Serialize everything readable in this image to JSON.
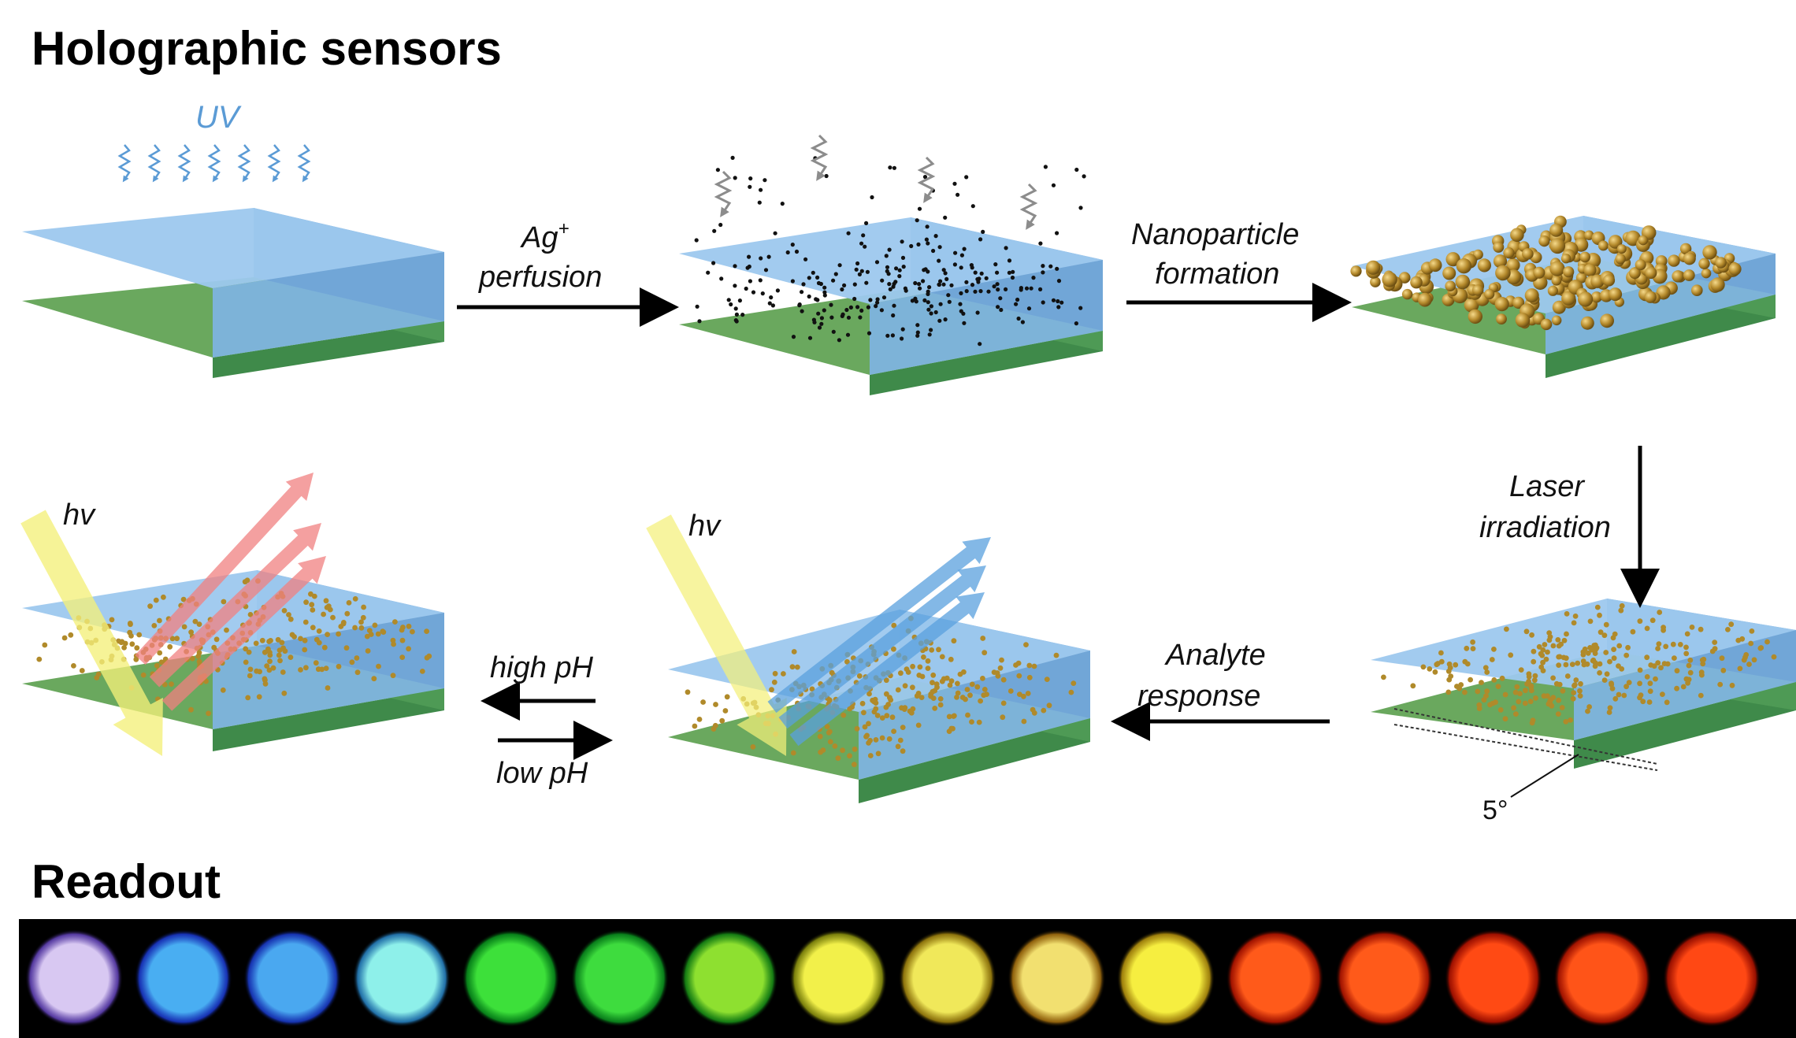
{
  "title": "Holographic sensors",
  "readout_title": "Readout",
  "labels": {
    "uv": "UV",
    "ag_line1": "Ag",
    "ag_sup": "+",
    "ag_line2": "perfusion",
    "nano_line1": "Nanoparticle",
    "nano_line2": "formation",
    "laser_line1": "Laser",
    "laser_line2": "irradiation",
    "analyte_line1": "Analyte",
    "analyte_line2": "response",
    "high_ph": "high pH",
    "low_ph": "low pH",
    "hv_left": "hv",
    "hv_mid": "hv",
    "angle": "5°"
  },
  "colors": {
    "gel_top": "#9dc8ee",
    "gel_front": "#7fb4e3",
    "gel_side": "#6fa4d6",
    "substrate_top": "#6aa85e",
    "substrate_front": "#3f8a4a",
    "nanoparticle": "#b08a2a",
    "silver_ion": "#111111",
    "uv_arrow": "#5b9bd5",
    "wavy_arrow": "#8c8c8c",
    "incident_light": "#f4f07a",
    "reflected_red": "#f08080",
    "reflected_blue": "#5aa0dd"
  },
  "readout_spots": [
    {
      "color": "#d8c8f2",
      "glow": "#6a48c8"
    },
    {
      "color": "#49aef2",
      "glow": "#1d3ee0"
    },
    {
      "color": "#4aa8f0",
      "glow": "#1c40dc"
    },
    {
      "color": "#8ef0ea",
      "glow": "#2a8cd2"
    },
    {
      "color": "#3de03a",
      "glow": "#0aa020"
    },
    {
      "color": "#3edc3e",
      "glow": "#0c9e22"
    },
    {
      "color": "#8ee030",
      "glow": "#1a9a18"
    },
    {
      "color": "#f2f04a",
      "glow": "#9aa010"
    },
    {
      "color": "#f0e85a",
      "glow": "#b09010"
    },
    {
      "color": "#f2e070",
      "glow": "#b47a10"
    },
    {
      "color": "#f6ee40",
      "glow": "#c6a010"
    },
    {
      "color": "#ff5a1a",
      "glow": "#c81800"
    },
    {
      "color": "#ff5a1a",
      "glow": "#c81800"
    },
    {
      "color": "#ff4a14",
      "glow": "#c41400"
    },
    {
      "color": "#ff5418",
      "glow": "#c81800"
    },
    {
      "color": "#ff4814",
      "glow": "#c01400"
    }
  ]
}
